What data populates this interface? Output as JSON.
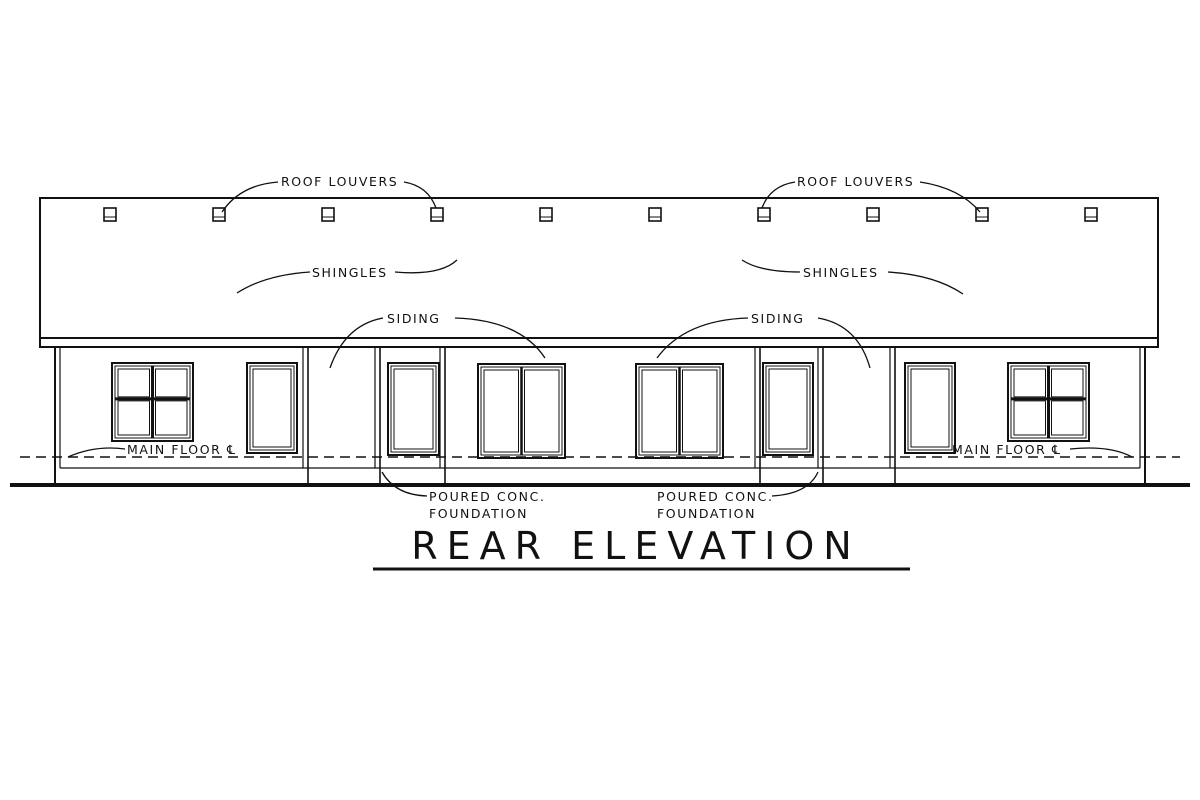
{
  "drawing": {
    "title": "REAR ELEVATION",
    "labels": {
      "roof_louvers_left": "ROOF LOUVERS",
      "roof_louvers_right": "ROOF LOUVERS",
      "shingles_left": "SHINGLES",
      "shingles_right": "SHINGLES",
      "siding_left": "SIDING",
      "siding_right": "SIDING",
      "main_floor_left": "MAIN FLOOR ℄",
      "main_floor_right": "MAIN FLOOR ℄",
      "foundation_left_1": "POURED CONC.",
      "foundation_left_2": "FOUNDATION",
      "foundation_right_1": "POURED CONC.",
      "foundation_right_2": "FOUNDATION"
    },
    "louver_count": 10
  }
}
